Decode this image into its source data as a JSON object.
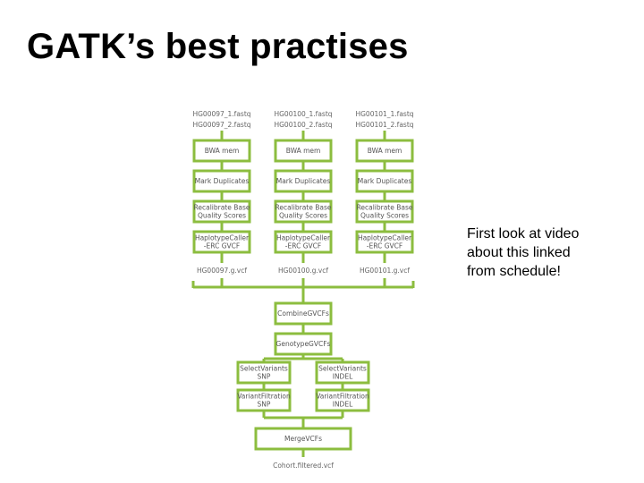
{
  "slide": {
    "title": "GATK’s best practises",
    "note_lines": [
      "First look at video",
      "about this linked",
      "from schedule!"
    ]
  },
  "diagram": {
    "colors": {
      "accent": "#8cbd3f",
      "text": "#555555"
    },
    "samples": [
      {
        "fastq": [
          "HG00097_1.fastq",
          "HG00097_2.fastq"
        ],
        "gvcf": "HG00097.g.vcf"
      },
      {
        "fastq": [
          "HG00100_1.fastq",
          "HG00100_2.fastq"
        ],
        "gvcf": "HG00100.g.vcf"
      },
      {
        "fastq": [
          "HG00101_1.fastq",
          "HG00101_2.fastq"
        ],
        "gvcf": "HG00101.g.vcf"
      }
    ],
    "per_sample_steps": [
      [
        "BWA mem"
      ],
      [
        "Mark Duplicates"
      ],
      [
        "Recalibrate Base",
        "Quality Scores"
      ],
      [
        "HaplotypeCaller",
        "-ERC GVCF"
      ]
    ],
    "combine": "CombineGVCFs",
    "genotype": "GenotypeGVCFs",
    "select": [
      [
        "SelectVariants",
        "SNP"
      ],
      [
        "SelectVariants",
        "INDEL"
      ]
    ],
    "filtration": [
      [
        "VariantFiltration",
        "SNP"
      ],
      [
        "VariantFiltration",
        "INDEL"
      ]
    ],
    "merge": "MergeVCFs",
    "output": "Cohort.filtered.vcf"
  }
}
